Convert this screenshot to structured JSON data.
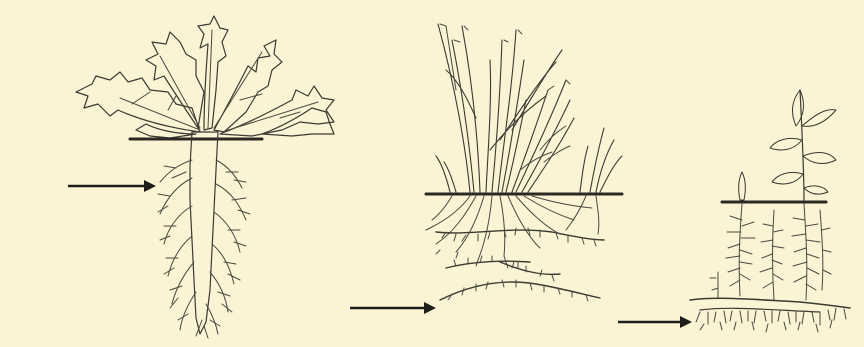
{
  "diagram": {
    "panels": [
      {
        "id": "taproot",
        "label": "",
        "has_arrow": true
      },
      {
        "id": "fibrous-rhizome",
        "label": "",
        "has_arrow": true
      },
      {
        "id": "creeping-root",
        "label": "",
        "has_arrow": true
      }
    ],
    "colors": {
      "background": "#faf3d4",
      "leaf_fill": "#a8cfa2",
      "leaf_fill_dark": "#8dbb8a",
      "root_fill": "#9cc7a0",
      "line": "#3b3a33",
      "arrow": "#1e1e1a"
    }
  }
}
